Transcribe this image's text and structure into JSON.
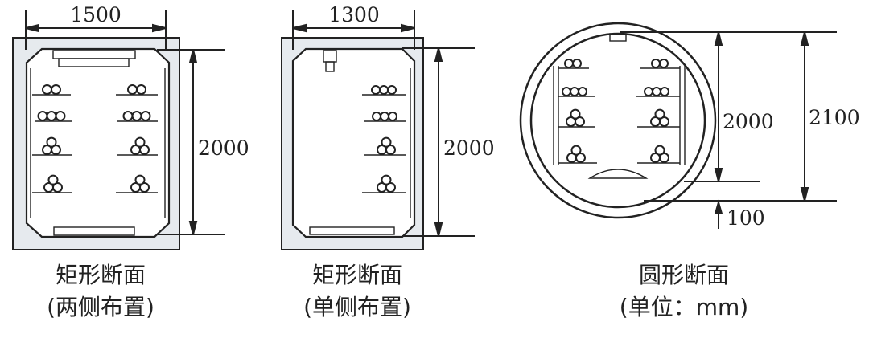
{
  "sections": [
    {
      "width_label": "1500",
      "height_label": "2000",
      "caption": "矩形断面",
      "subcaption": "(两侧布置)"
    },
    {
      "width_label": "1300",
      "height_label": "2000",
      "caption": "矩形断面",
      "subcaption": "(单侧布置)"
    },
    {
      "inner_label": "2000",
      "outer_label": "2100",
      "gap_label": "100",
      "caption": "圆形断面",
      "subcaption": "(单位：mm)"
    }
  ],
  "colors": {
    "wall": "#e6eaee",
    "line": "#222222"
  }
}
